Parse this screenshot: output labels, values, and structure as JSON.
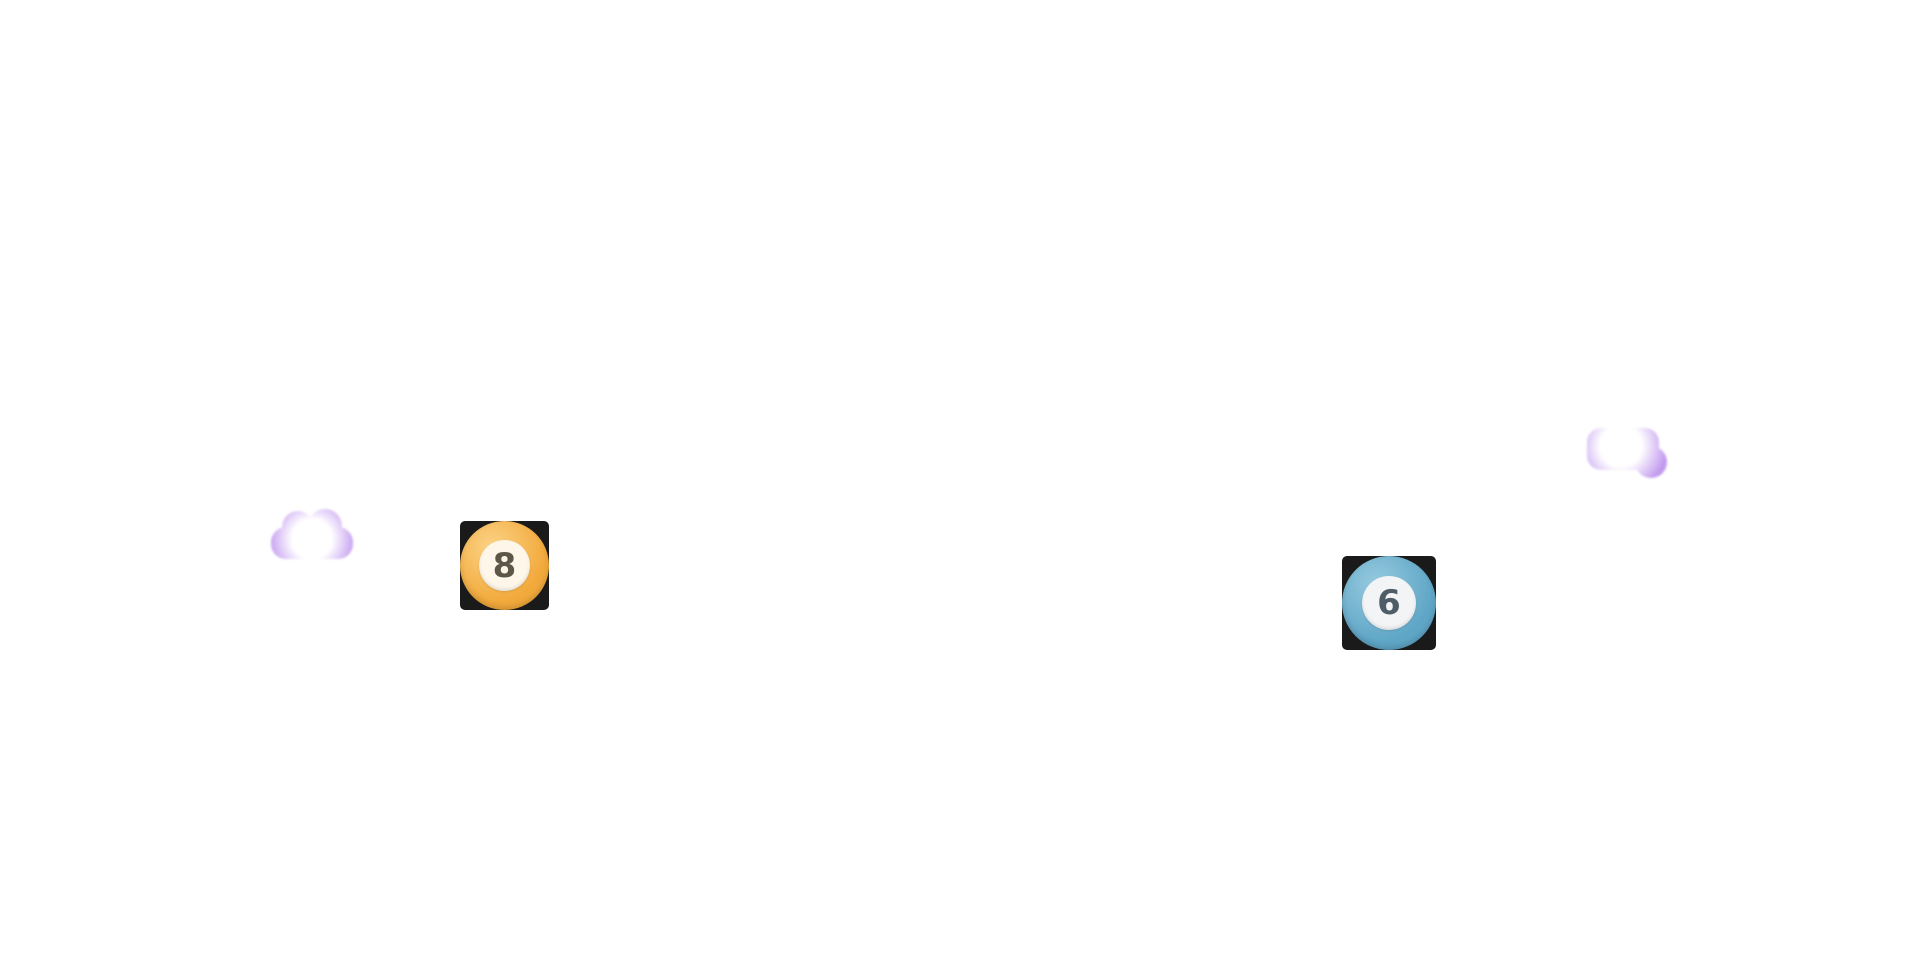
{
  "scene": {
    "background_color": "#ffffff",
    "balls": [
      {
        "id": "ball-8",
        "number": "8",
        "tile_color": "#1a1a1a",
        "ring_color": "#f2a93b",
        "ring_highlight": "#fbd386",
        "face_color": "#fdf6e9",
        "number_color": "#5d5748"
      },
      {
        "id": "ball-6",
        "number": "6",
        "tile_color": "#1a1a1a",
        "ring_color": "#5fa6c6",
        "ring_highlight": "#96cadf",
        "face_color": "#f2f4f5",
        "number_color": "#4e5d66"
      }
    ],
    "clouds": [
      {
        "id": "cloud-left",
        "edge_color": "#c29aef",
        "center_color": "#ffffff"
      },
      {
        "id": "cloud-right",
        "edge_color": "#c29aef",
        "center_color": "#ffffff"
      }
    ]
  }
}
